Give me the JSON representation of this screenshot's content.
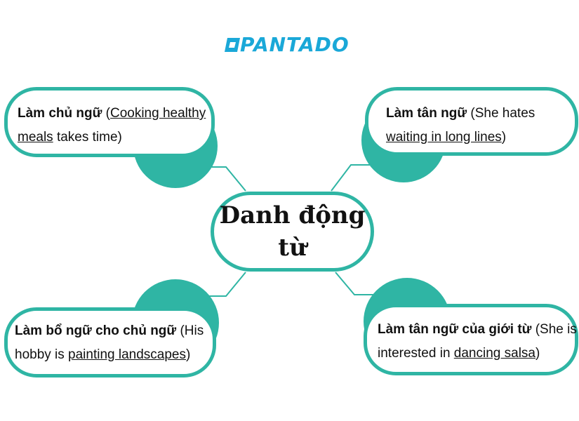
{
  "logo": {
    "text": "PANTADO",
    "color": "#1aa8d8"
  },
  "accent_color": "#2fb5a4",
  "center": {
    "line1": "Danh động",
    "line2": "từ"
  },
  "nodes": {
    "top_left": {
      "title": "Làm chủ ngữ",
      "open": " (",
      "example1": "Cooking healthy",
      "break": " ",
      "example2": "meals",
      "rest": " takes time)"
    },
    "top_right": {
      "title": "Làm tân ngữ",
      "pre": " (She hates ",
      "example": "waiting in long lines",
      "close": ")"
    },
    "bottom_left": {
      "title": "Làm bổ ngữ cho chủ ngữ",
      "pre": " (His hobby is ",
      "example": "painting landscapes",
      "close": ")"
    },
    "bottom_right": {
      "title": "Làm tân ngữ của giới từ",
      "pre": " (She is interested in ",
      "example": "dancing salsa",
      "close": ")"
    }
  }
}
